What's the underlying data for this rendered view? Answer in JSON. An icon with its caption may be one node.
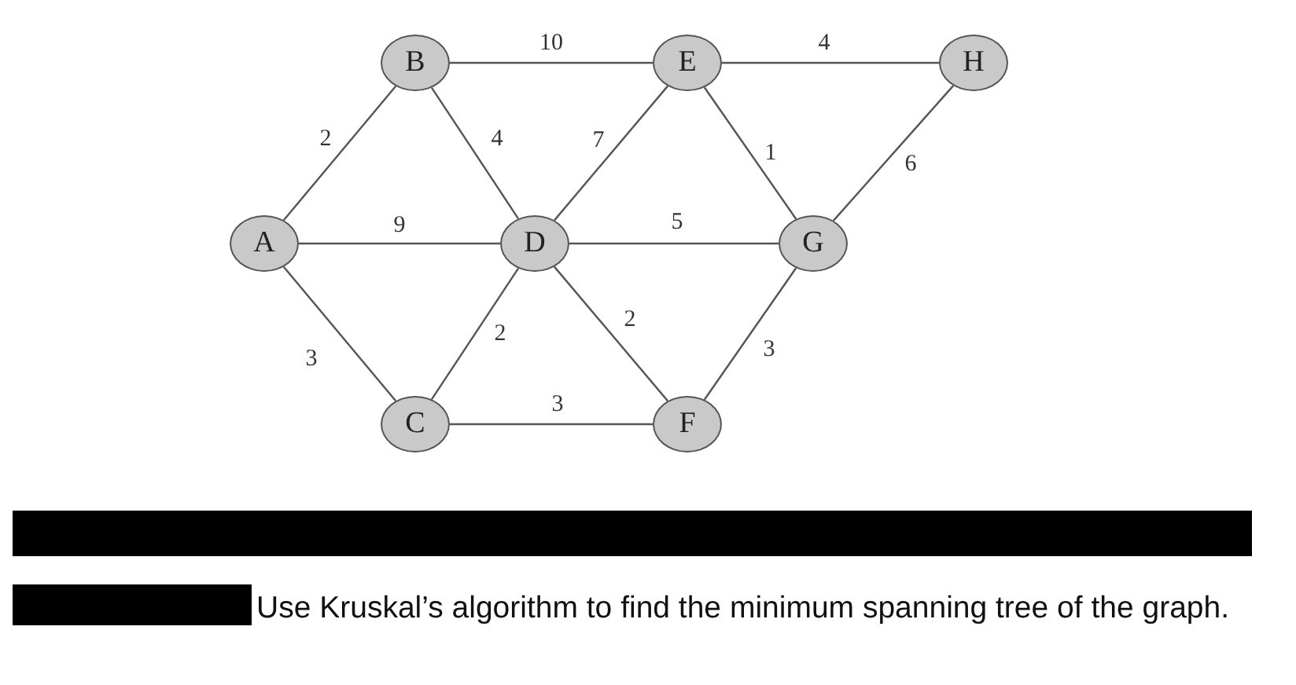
{
  "diagram": {
    "caption": "Use Kruskal’s algorithm to find the minimum spanning tree of the graph.",
    "nodes": [
      {
        "text": [
          "B"
        ]
      },
      {
        "text": [
          "E"
        ]
      },
      {
        "text": [
          "H"
        ]
      },
      {
        "text": [
          "A"
        ]
      },
      {
        "text": [
          "D"
        ]
      },
      {
        "text": [
          "G"
        ]
      },
      {
        "text": [
          "C"
        ]
      },
      {
        "text": [
          "F"
        ]
      }
    ],
    "edges": [
      {
        "from": 3,
        "to": 0,
        "arrow": "none",
        "label": "2"
      },
      {
        "from": 0,
        "to": 1,
        "arrow": "none",
        "label": "10"
      },
      {
        "from": 1,
        "to": 2,
        "arrow": "none",
        "label": "4"
      },
      {
        "from": 0,
        "to": 4,
        "arrow": "none",
        "label": "4"
      },
      {
        "from": 4,
        "to": 1,
        "arrow": "none",
        "label": "7"
      },
      {
        "from": 1,
        "to": 5,
        "arrow": "none",
        "label": "1"
      },
      {
        "from": 2,
        "to": 5,
        "arrow": "none",
        "label": "6"
      },
      {
        "from": 3,
        "to": 4,
        "arrow": "none",
        "label": "9"
      },
      {
        "from": 4,
        "to": 5,
        "arrow": "none",
        "label": "5"
      },
      {
        "from": 3,
        "to": 6,
        "arrow": "none",
        "label": "3"
      },
      {
        "from": 6,
        "to": 4,
        "arrow": "none",
        "label": "2"
      },
      {
        "from": 4,
        "to": 7,
        "arrow": "none",
        "label": "2"
      },
      {
        "from": 6,
        "to": 7,
        "arrow": "none",
        "label": "3"
      },
      {
        "from": 7,
        "to": 5,
        "arrow": "none",
        "label": "3"
      }
    ]
  }
}
